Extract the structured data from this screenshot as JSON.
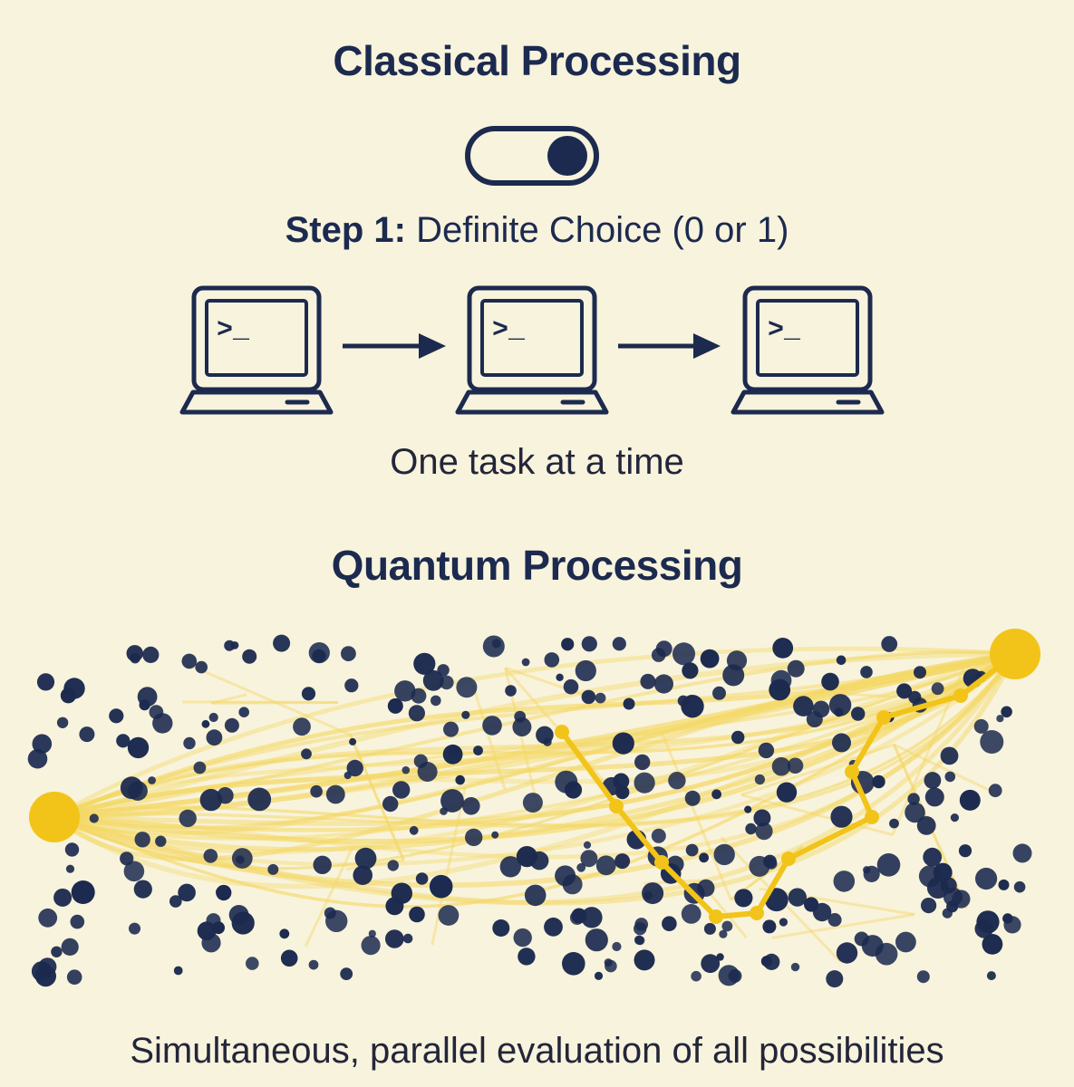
{
  "classical": {
    "title": "Classical Processing",
    "switch_state": "on",
    "step_label": "Step 1:",
    "step_text": "Definite Choice (0 or 1)",
    "computers": [
      {
        "icon": "laptop-terminal-icon",
        "prompt": ">_"
      },
      {
        "icon": "laptop-terminal-icon",
        "prompt": ">_"
      },
      {
        "icon": "laptop-terminal-icon",
        "prompt": ">_"
      }
    ],
    "caption": "One task at a time"
  },
  "quantum": {
    "title": "Quantum Processing",
    "caption": "Simultaneous, parallel evaluation of all possibilities"
  },
  "colors": {
    "background": "#f8f3dc",
    "navy": "#1c2a4f",
    "gold": "#f2c419",
    "gold_soft": "#f4d865"
  }
}
